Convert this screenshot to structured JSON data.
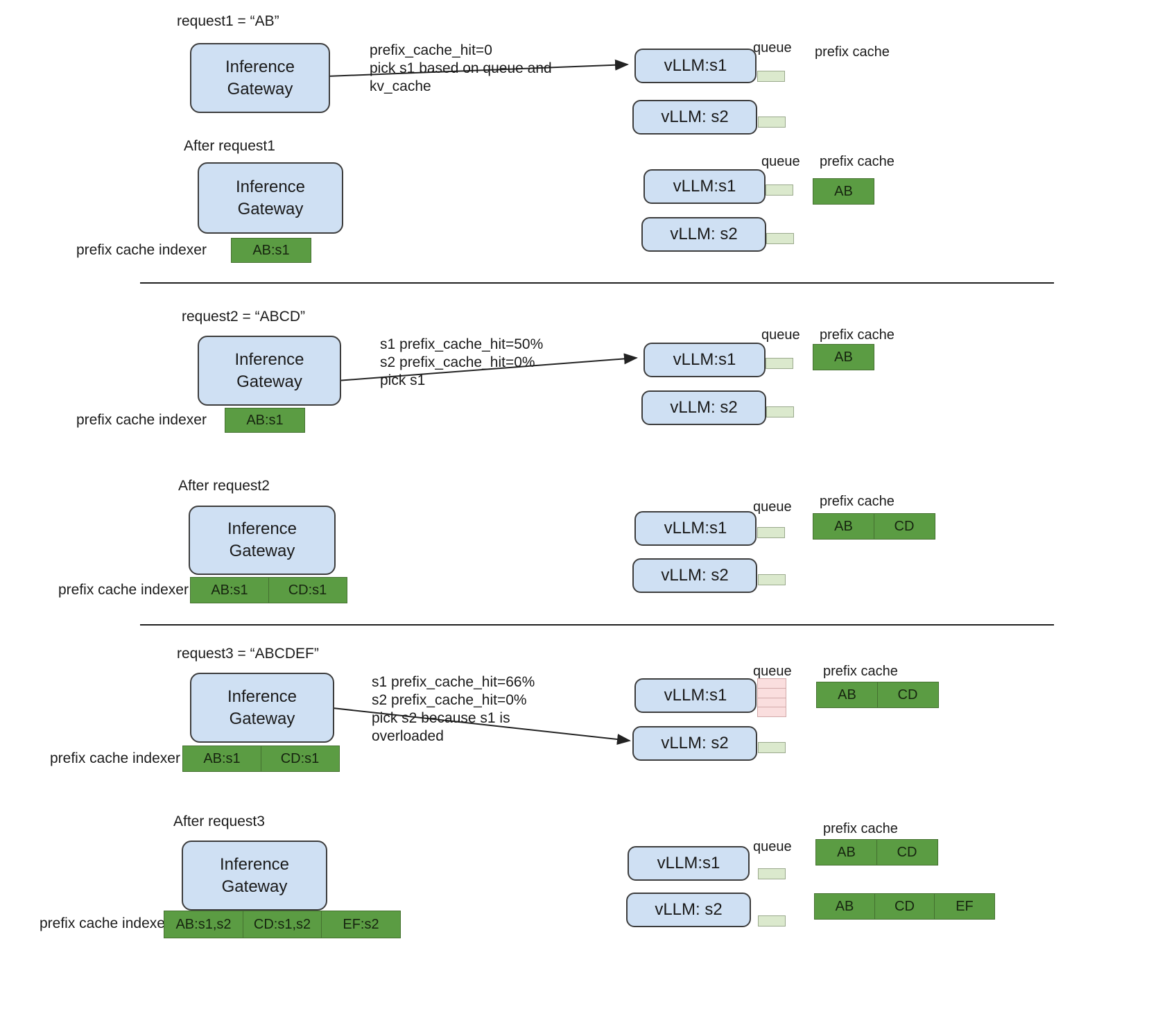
{
  "labels": {
    "queue": "queue",
    "prefix_cache": "prefix cache",
    "prefix_cache_indexer": "prefix cache indexer",
    "gateway": "Inference\nGateway",
    "server1": "vLLM:s1",
    "server2": "vLLM: s2"
  },
  "colors": {
    "gateway_fill": "#cfe0f3",
    "gateway_stroke": "#3c3c3c",
    "cache_fill": "#5b9c43",
    "cache_stroke": "#44702f",
    "queue_ok_fill": "#dbe9cd",
    "queue_ok_stroke": "#9aa98c",
    "queue_full_fill": "#fadede",
    "queue_full_stroke": "#d2a9a9",
    "divider": "#1f1f1f",
    "text": "#1a1a1a"
  },
  "sections": [
    {
      "id": "request1",
      "title": "request1 = “AB”",
      "annotation": "prefix_cache_hit=0\npick s1 based on queue and\nkv_cache",
      "routed_to": "s1",
      "servers": [
        {
          "name": "vLLM:s1",
          "queue": "low"
        },
        {
          "name": "vLLM: s2",
          "queue": "low"
        }
      ],
      "prefix_cache": [],
      "indexer": null
    },
    {
      "id": "after-request1",
      "title": "After request1",
      "annotation": null,
      "routed_to": null,
      "servers": [
        {
          "name": "vLLM:s1",
          "queue": "low"
        },
        {
          "name": "vLLM: s2",
          "queue": "low"
        }
      ],
      "prefix_cache": [
        {
          "server": "s1",
          "cells": [
            "AB"
          ]
        }
      ],
      "indexer": [
        "AB:s1"
      ]
    },
    {
      "id": "request2",
      "title": "request2 = “ABCD”",
      "annotation": "s1 prefix_cache_hit=50%\ns2 prefix_cache_hit=0%\npick s1",
      "routed_to": "s1",
      "servers": [
        {
          "name": "vLLM:s1",
          "queue": "low"
        },
        {
          "name": "vLLM: s2",
          "queue": "low"
        }
      ],
      "prefix_cache": [
        {
          "server": "s1",
          "cells": [
            "AB"
          ]
        }
      ],
      "indexer": [
        "AB:s1"
      ]
    },
    {
      "id": "after-request2",
      "title": "After request2",
      "annotation": null,
      "routed_to": null,
      "servers": [
        {
          "name": "vLLM:s1",
          "queue": "low"
        },
        {
          "name": "vLLM: s2",
          "queue": "low"
        }
      ],
      "prefix_cache": [
        {
          "server": "s1",
          "cells": [
            "AB",
            "CD"
          ]
        }
      ],
      "indexer": [
        "AB:s1",
        "CD:s1"
      ]
    },
    {
      "id": "request3",
      "title": "request3 = “ABCDEF”",
      "annotation": "s1 prefix_cache_hit=66%\ns2 prefix_cache_hit=0%\npick s2 because s1 is\noverloaded",
      "routed_to": "s2",
      "servers": [
        {
          "name": "vLLM:s1",
          "queue": "overloaded"
        },
        {
          "name": "vLLM: s2",
          "queue": "low"
        }
      ],
      "prefix_cache": [
        {
          "server": "s1",
          "cells": [
            "AB",
            "CD"
          ]
        }
      ],
      "indexer": [
        "AB:s1",
        "CD:s1"
      ]
    },
    {
      "id": "after-request3",
      "title": "After request3",
      "annotation": null,
      "routed_to": null,
      "servers": [
        {
          "name": "vLLM:s1",
          "queue": "low"
        },
        {
          "name": "vLLM: s2",
          "queue": "low"
        }
      ],
      "prefix_cache": [
        {
          "server": "s1",
          "cells": [
            "AB",
            "CD"
          ]
        },
        {
          "server": "s2",
          "cells": [
            "AB",
            "CD",
            "EF"
          ]
        }
      ],
      "indexer": [
        "AB:s1,s2",
        "CD:s1,s2",
        "EF:s2"
      ]
    }
  ]
}
